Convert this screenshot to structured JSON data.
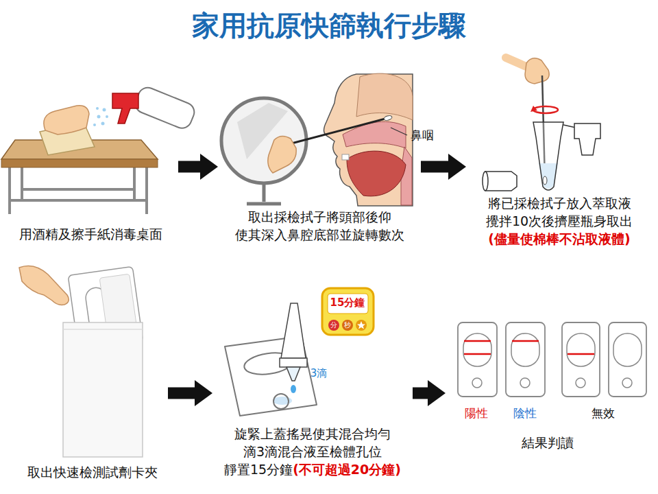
{
  "diagram": {
    "title": "家用抗原快篩執行步驟",
    "nodes": [
      {
        "text": [
          "用酒精及擦手紙消毒桌面"
        ]
      },
      {
        "text": [
          "取出採檢拭子將頭部後仰 使其深入鼻腔底部並旋轉數次"
        ]
      },
      {
        "text": [
          "將已採檢拭子放入萃取液 攪拌10次後擠壓瓶身取出",
          "(儘量使棉棒不沾取液體)"
        ]
      },
      {
        "text": [
          "取出快速檢測試劑卡夾"
        ]
      },
      {
        "text": [
          "旋緊上蓋搖晃使其混合均勻 滴3滴混合液至檢體孔位 靜置15分鐘",
          "(不可超過20分鐘)"
        ]
      },
      {
        "text": [
          "結果判讀"
        ]
      }
    ],
    "edges": [
      {
        "from": 0,
        "to": 1,
        "arrow": "to"
      },
      {
        "from": 1,
        "to": 2,
        "arrow": "to"
      },
      {
        "from": 3,
        "to": 4,
        "arrow": "to"
      },
      {
        "from": 4,
        "to": 5,
        "arrow": "to"
      }
    ],
    "labels": [
      "鼻咽",
      "15分鐘",
      "分",
      "秒",
      "3滴",
      "陽性",
      "陰性",
      "無效"
    ]
  }
}
